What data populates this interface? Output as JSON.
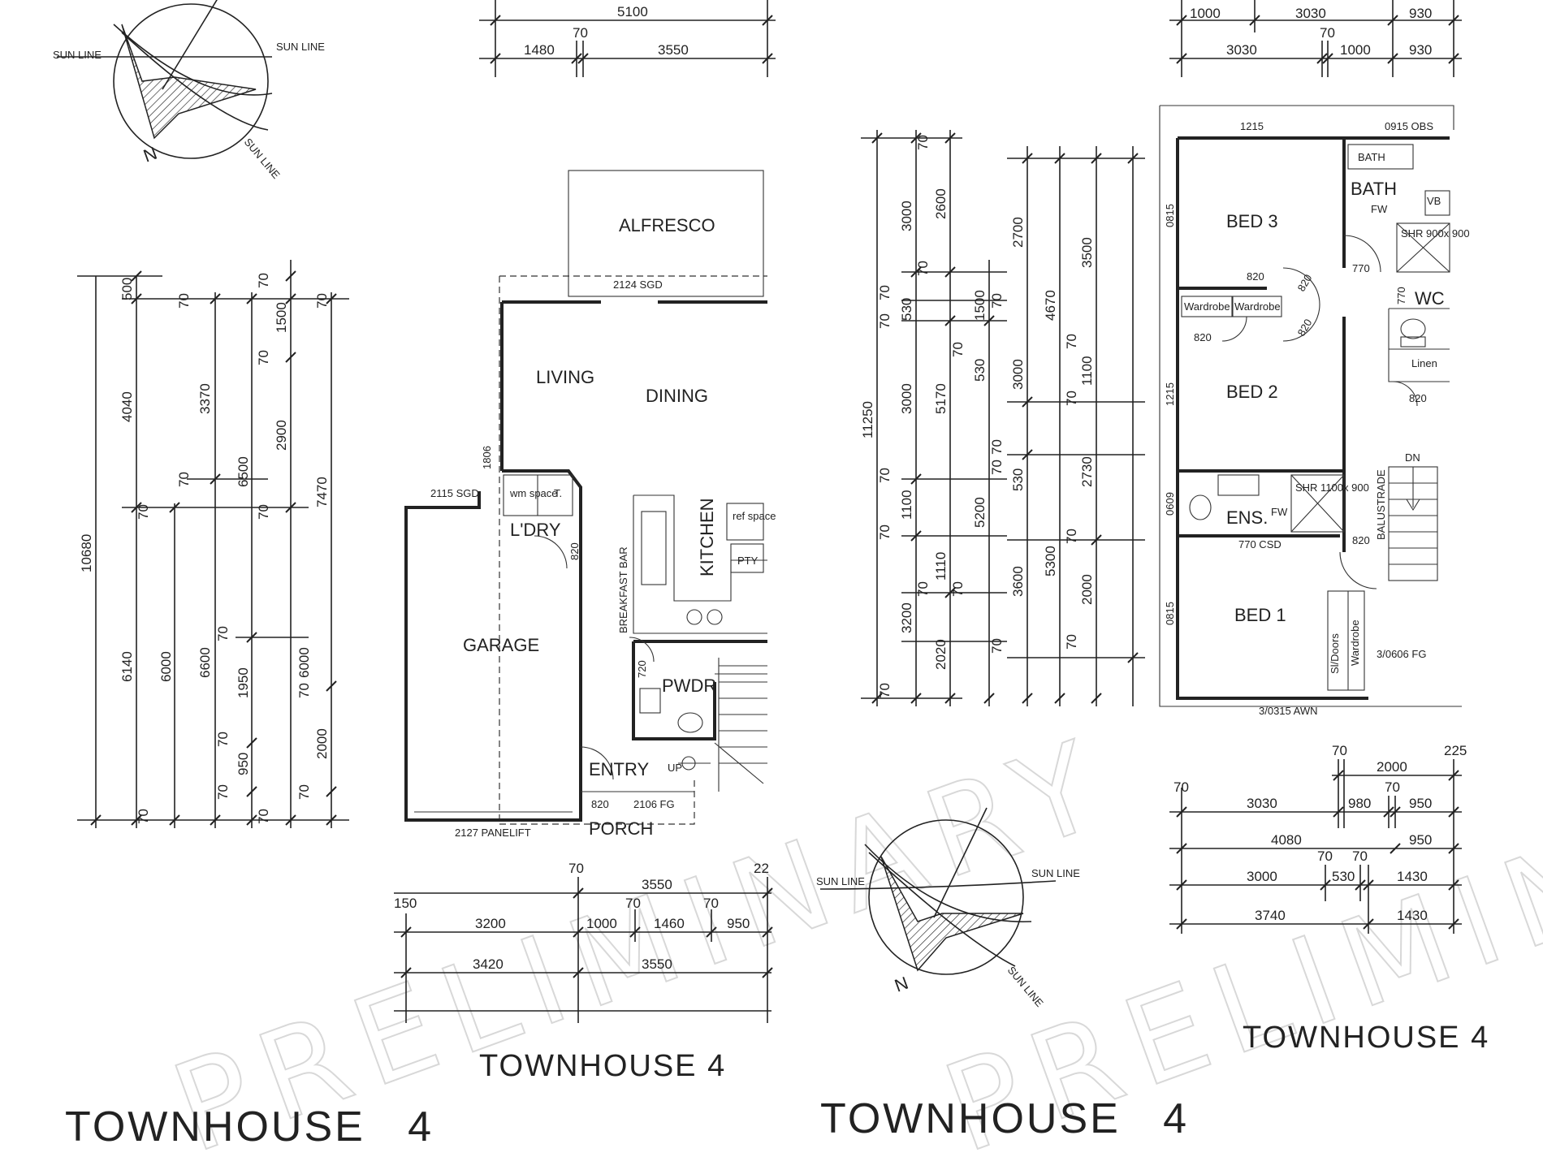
{
  "titles": {
    "ground_main": "TOWNHOUSE   4",
    "ground_sub": "TOWNHOUSE 4",
    "first_main": "TOWNHOUSE   4",
    "first_sub": "TOWNHOUSE 4"
  },
  "watermark": "PRELIMINARY",
  "ground_floor": {
    "rooms": {
      "alfresco": "ALFRESCO",
      "living": "LIVING",
      "dining": "DINING",
      "laundry": "L'DRY",
      "kitchen": "KITCHEN",
      "garage": "GARAGE",
      "pwdr": "PWDR",
      "entry": "ENTRY",
      "porch": "PORCH",
      "breakfast_bar": "BREAKFAST BAR",
      "wm_space": "wm space",
      "tub": "T.",
      "ref_space": "ref space",
      "pty": "PTY",
      "up": "UP"
    },
    "openings": {
      "sgd_alfresco": "2124 SGD",
      "sgd_garage": "2115 SGD",
      "panelift": "2127 PANELIFT",
      "porch_door": "820",
      "porch_fg": "2106 FG",
      "laundry_door": "820",
      "pwdr_door": "720",
      "living_window": "1806"
    },
    "top_dims": [
      "5100",
      "1480",
      "70",
      "3550"
    ],
    "bottom_dims": [
      "70",
      "3550",
      "22",
      "150",
      "3200",
      "70",
      "1000",
      "1460",
      "70",
      "950",
      "3420",
      "3550"
    ],
    "left_dims": [
      "10680",
      "500",
      "4040",
      "70",
      "6140",
      "6000",
      "70",
      "3370",
      "70",
      "6600",
      "70",
      "6500",
      "1950",
      "70",
      "950",
      "70",
      "70",
      "1500",
      "70",
      "2900",
      "70",
      "6000",
      "70",
      "2000",
      "70",
      "70",
      "70",
      "7470",
      "70"
    ]
  },
  "first_floor": {
    "rooms": {
      "bed3": "BED 3",
      "bed2": "BED 2",
      "bed1": "BED 1",
      "bath_label": "BATH",
      "bath": "BATH",
      "vb": "VB",
      "shr_bath": "SHR 900x 900",
      "wc": "WC",
      "linen": "Linen",
      "ens": "ENS.",
      "shr_ens": "SHR 1100x 900",
      "wardrobe_a": "Wardrobe",
      "wardrobe_b": "Wardrobe",
      "wardrobe_c": "Wardrobe",
      "sl_doors": "Sl/Doors",
      "balustrade": "BALUSTRADE",
      "dn": "DN",
      "fw1": "FW",
      "fw2": "FW"
    },
    "openings": {
      "w_bed3_top": "1215",
      "w_obs": "0915 OBS",
      "w_bed3_side": "0815",
      "w_bed2_side": "1215",
      "w_ens_side": "0609",
      "w_bed1_side": "0815",
      "w_awn": "3/0315 AWN",
      "w_fg": "3/0606 FG",
      "csd": "770 CSD",
      "d820_a": "820",
      "d820_b": "820",
      "d820_c": "820",
      "d820_d": "820",
      "d820_e": "820",
      "d820_f": "820",
      "d770_a": "770",
      "d770_b": "770"
    },
    "top_dims": [
      "1000",
      "3030",
      "930",
      "3030",
      "70",
      "1000",
      "930"
    ],
    "bottom_dims": [
      "70",
      "2000",
      "225",
      "70",
      "3030",
      "980",
      "70",
      "950",
      "4080",
      "950",
      "70",
      "70",
      "3000",
      "530",
      "1430",
      "3740",
      "1430"
    ],
    "left_dims": [
      "11250",
      "3000",
      "2600",
      "70",
      "70",
      "530",
      "70",
      "3000",
      "1100",
      "70",
      "3200",
      "70",
      "70",
      "70",
      "5170",
      "70",
      "530",
      "1500",
      "70",
      "5200",
      "1110",
      "70",
      "2020",
      "70",
      "2700",
      "70",
      "3000",
      "70",
      "530",
      "70",
      "3600",
      "4670",
      "5300",
      "3500",
      "70",
      "1100",
      "70",
      "2730",
      "70",
      "2000",
      "70"
    ]
  },
  "compass": {
    "north": "N",
    "label_summer": "SUN LINE",
    "label_winter": "SUN LINE",
    "label_equinox": "SUN LINE"
  }
}
